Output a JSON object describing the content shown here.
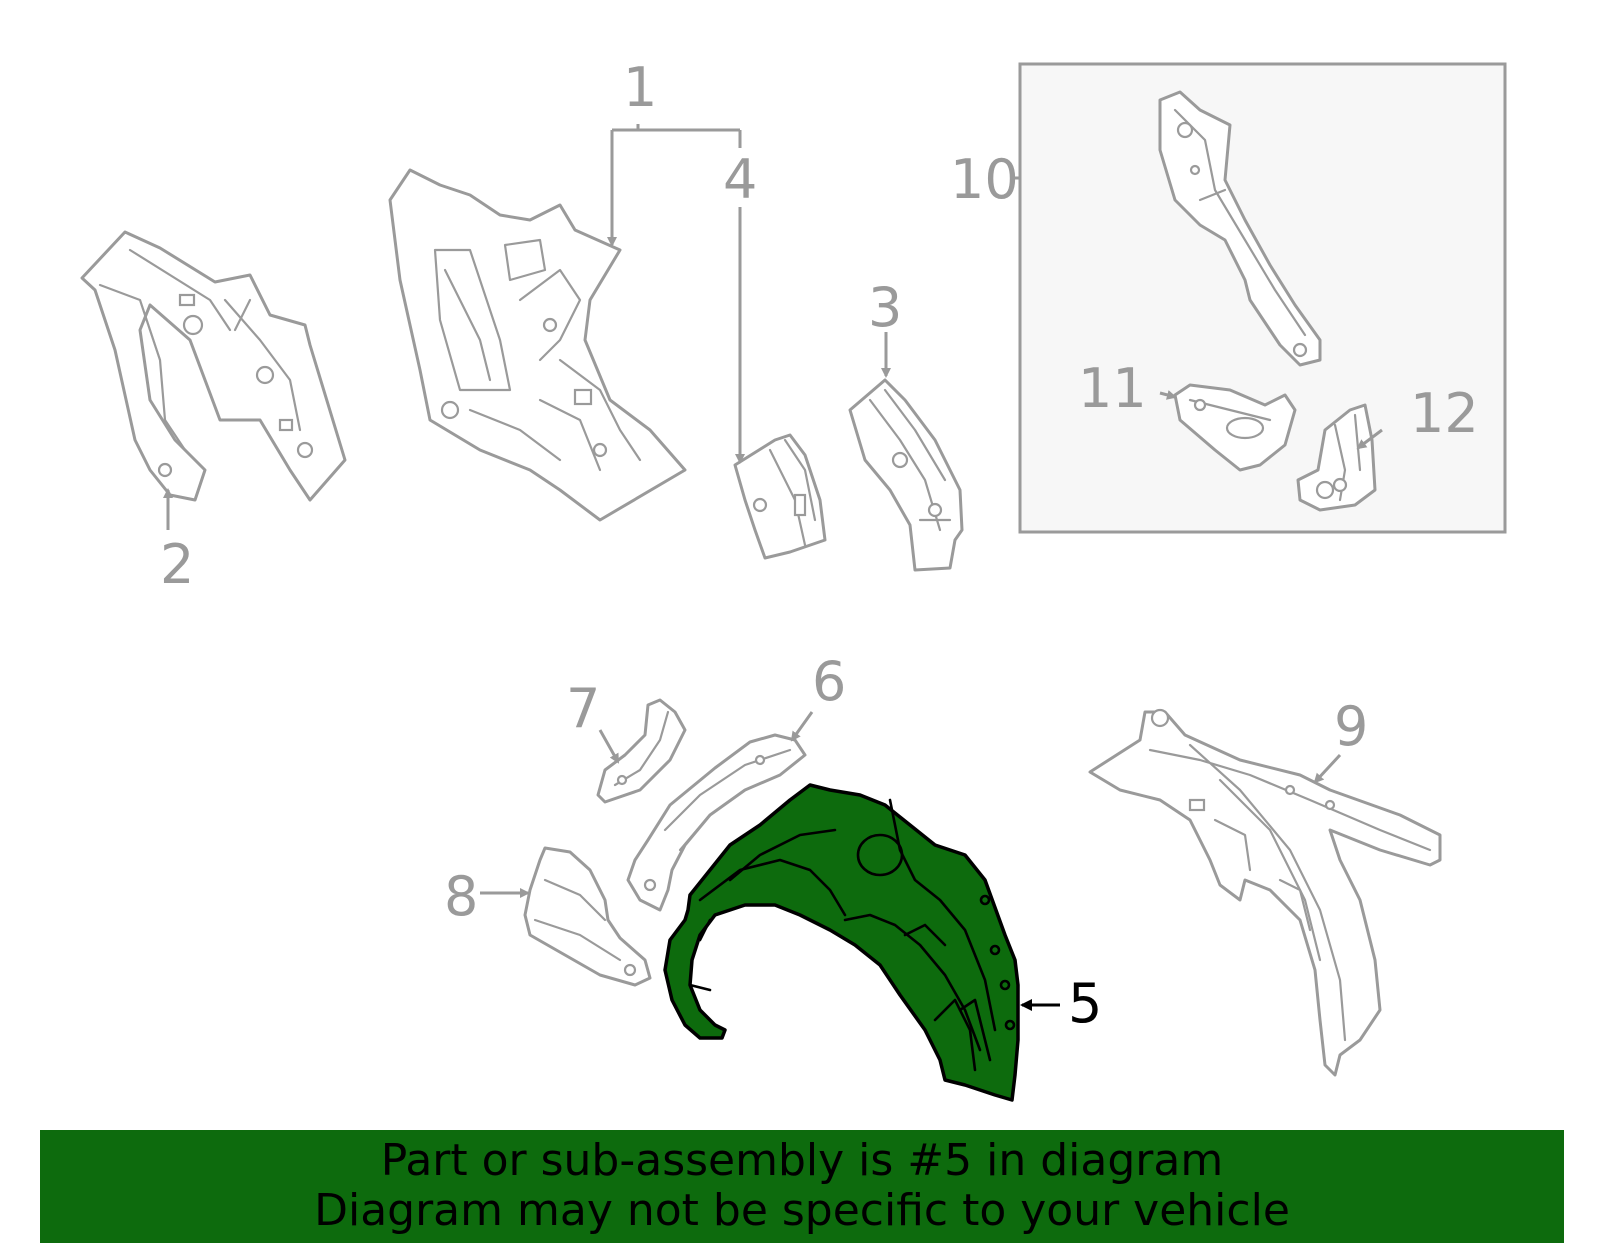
{
  "callouts": {
    "c1": "1",
    "c2": "2",
    "c3": "3",
    "c4": "4",
    "c5": "5",
    "c6": "6",
    "c7": "7",
    "c8": "8",
    "c9": "9",
    "c10": "10",
    "c11": "11",
    "c12": "12"
  },
  "highlighted_part": "5",
  "colors": {
    "highlight": "#0d6b0d",
    "lines": "#9a9a9a",
    "inset_bg": "#f7f7f7"
  },
  "banner": {
    "line1": "Part or sub-assembly is #5 in diagram",
    "line2": "Diagram may not be specific to your vehicle"
  }
}
